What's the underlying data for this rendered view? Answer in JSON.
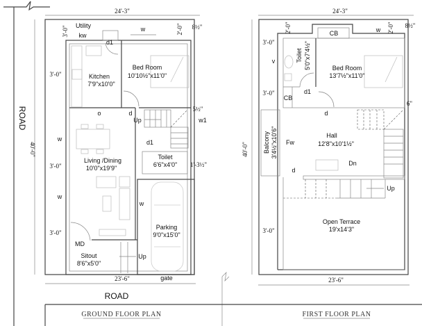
{
  "ground_floor": {
    "title": "GROUND FLOOR PLAN",
    "width_top": "24'-3\"",
    "width_bottom": "23'-6\"",
    "depth": "40'-0\"",
    "road_side": "ROAD",
    "road_front": "ROAD",
    "setback_3a": "3'-0\"",
    "setback_3b": "3'-0\"",
    "setback_3c": "3'-0\"",
    "setback_3d": "3'-0\"",
    "setback_2": "2'-0\"",
    "setback_8": "8½\"",
    "setback_5": "5½\"",
    "setback_13": "1'-3½\"",
    "utility": "Utility",
    "kw": "kw",
    "w_top": "w",
    "d1_kitchen": "d1",
    "kitchen": {
      "name": "Kitchen",
      "size": "7'9\"x10'0\""
    },
    "bedroom": {
      "name": "Bed Room",
      "size": "10'10½\"x11'0\""
    },
    "o": "o",
    "d": "d",
    "up_stair": "Up",
    "w1": "w1",
    "w_left1": "w",
    "w_left2": "w",
    "d1_toilet": "d1",
    "toilet": {
      "name": "Toilet",
      "size": "6'6\"x4'0\""
    },
    "living": {
      "name": "Living /Dining",
      "size": "10'0\"x19'9\""
    },
    "w_parking": "w",
    "parking": {
      "name": "Parking",
      "size": "9'0\"x15'0\""
    },
    "md": "MD",
    "sitout": {
      "name": "Sitout",
      "size": "8'6\"x5'0\""
    },
    "up_sitout": "Up",
    "gate": "gate"
  },
  "first_floor": {
    "title": "FIRST FLOOR PLAN",
    "width_top": "24'-3\"",
    "width_bottom": "23'-6\"",
    "depth": "40'-0\"",
    "setback_3a": "3'-0\"",
    "setback_3b": "3'-0\"",
    "setback_3c": "3'-0\"",
    "setback_2a": "2'-0\"",
    "setback_2b": "2'-0\"",
    "setback_8": "8½\"",
    "setback_6": "6\"",
    "cb_top": "CB",
    "cb_left": "CB",
    "w": "w",
    "v": "v",
    "toilet": {
      "name": "Toilet",
      "size": "5'0\"x7'4½\""
    },
    "bedroom": {
      "name": "Bed Room",
      "size": "13'7½\"x11'0\""
    },
    "d1": "d1",
    "d_top": "d",
    "d_bottom": "d",
    "balcony": {
      "name": "Balcony",
      "size": "3'4½\"x10'6\""
    },
    "fw": "Fw",
    "hall": {
      "name": "Hall",
      "size": "12'8\"x10'1½\""
    },
    "dn": "Dn",
    "up": "Up",
    "terrace": {
      "name": "Open Terrace",
      "size": "19'x14'3\""
    }
  }
}
